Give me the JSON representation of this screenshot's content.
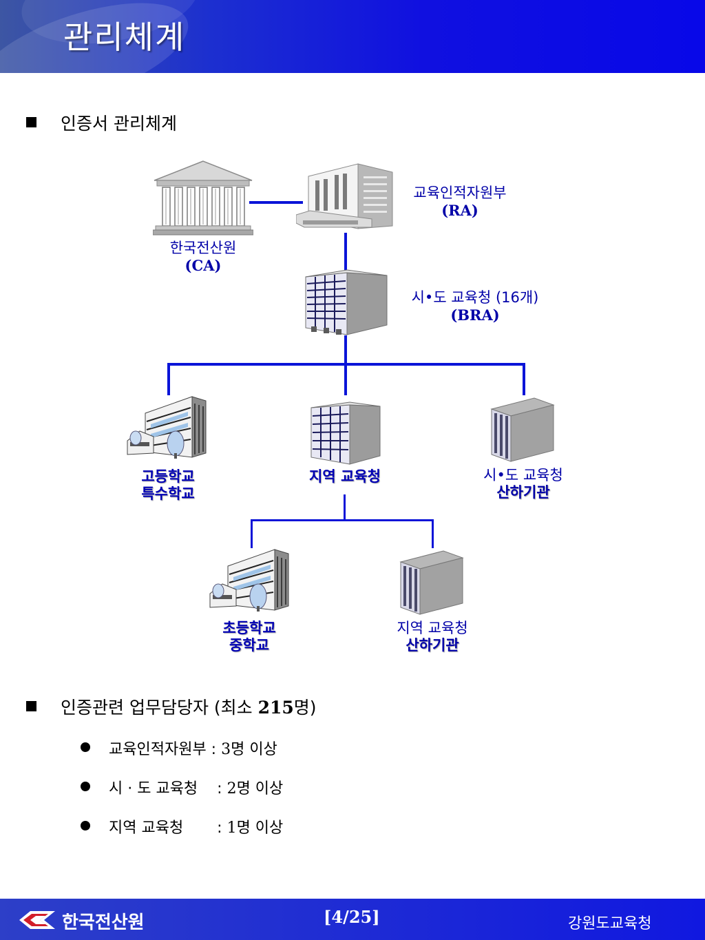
{
  "header": {
    "title": "관리체계"
  },
  "section1": {
    "title": "인증서 관리체계"
  },
  "diagram": {
    "ca": {
      "name": "한국전산원",
      "code": "(CA)"
    },
    "ra": {
      "name": "교육인적자원부",
      "code": "(RA)"
    },
    "bra": {
      "name": "시•도 교육청 (16개)",
      "code": "(BRA)"
    },
    "high_school": {
      "line1": "고등학교",
      "line2": "특수학교"
    },
    "district": {
      "line1": "지역 교육청"
    },
    "provincial_affiliate": {
      "line1": "시•도 교육청",
      "line2": "산하기관"
    },
    "elementary": {
      "line1": "초등학교",
      "line2": "중학교"
    },
    "district_affiliate": {
      "line1": "지역 교육청",
      "line2": "산하기관"
    }
  },
  "section2": {
    "title_prefix": "인증관련 업무담당자 (최소 ",
    "title_number": "215",
    "title_suffix": "명)",
    "items": [
      {
        "label": "교육인적자원부",
        "sep": " : ",
        "count": "3",
        "unit": "명 이상"
      },
      {
        "label": "시 · 도 교육청",
        "sep": "    : ",
        "count": "2",
        "unit": "명 이상"
      },
      {
        "label": "지역 교육청",
        "sep": "       : ",
        "count": "1",
        "unit": "명 이상"
      }
    ]
  },
  "footer": {
    "logo_text": "한국전산원",
    "page": "[4/25]",
    "org": "강원도교육청"
  },
  "colors": {
    "header_blue": "#1010e0",
    "label_blue": "#0000a8",
    "wire_blue": "#0a14d8"
  }
}
